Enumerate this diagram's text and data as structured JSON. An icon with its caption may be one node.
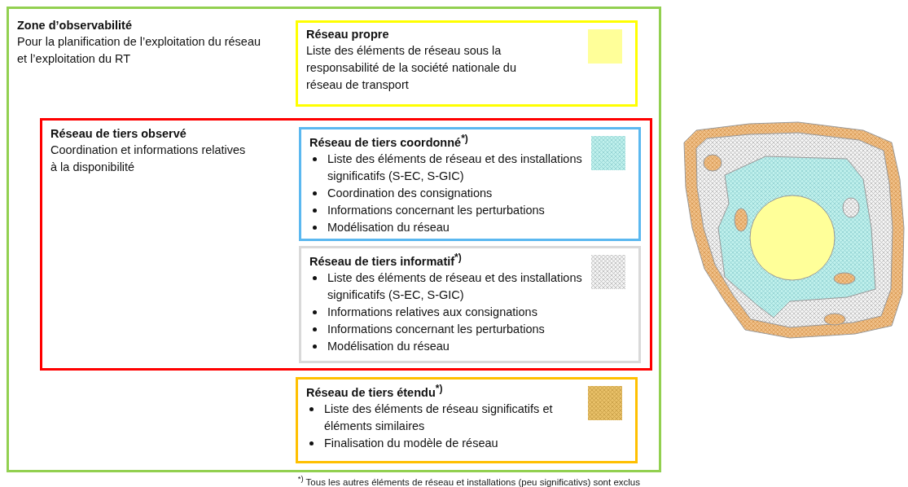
{
  "diagram": {
    "caption": "$^{*)}$ Tous les autres éléments de réseau et installations (peu significativs) sont exclus",
    "nodes": [
      {
        "text": [
          "Zone d’observabilité",
          "Pour la planification de l’exploitation du réseau et l’exploitation du RT"
        ]
      },
      {
        "text": [
          "Réseau propre",
          "Liste des éléments de réseau sous la responsabilité de la société nationale du réseau de transport"
        ],
        "in": 0
      },
      {
        "text": [
          "Réseau de tiers observé",
          "Coordination et informations relatives à la disponibilité"
        ],
        "in": 0
      },
      {
        "text": [
          "Réseau de tiers coordonné$^{*)}$",
          "Liste des éléments de réseau et des installations significatifs (S-EC, S-GIC)",
          "Coordination des consignations",
          "Informations concernant les perturbations",
          "Modélisation du réseau"
        ],
        "in": 2
      },
      {
        "text": [
          "Réseau de tiers informatif$^{*)}$",
          "Liste des éléments de réseau et des installations significatifs (S-EC, S-GIC)",
          "Informations relatives aux consignations",
          "Informations concernant les perturbations",
          "Modélisation du réseau"
        ],
        "in": 2
      },
      {
        "text": [
          "Réseau de tiers étendu$^{*)}$",
          "Liste des éléments de réseau significatifs et éléments similaires",
          "Finalisation du modèle de réseau"
        ],
        "in": 0
      }
    ]
  }
}
